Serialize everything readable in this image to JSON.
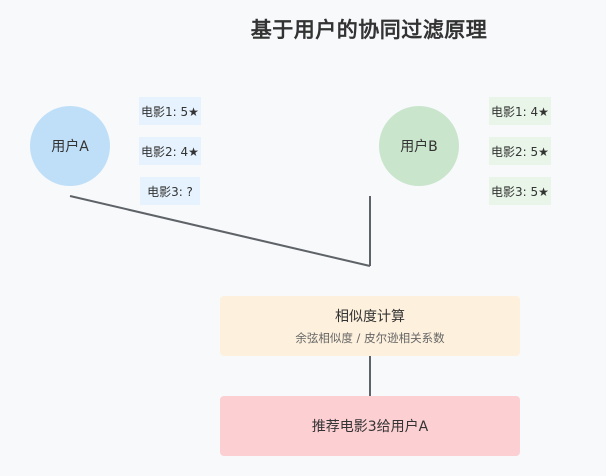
{
  "title": "基于用户的协同过滤原理",
  "user_a": {
    "label": "用户A",
    "color": "#bfdff8",
    "ratings": [
      "电影1: 5★",
      "电影2: 4★",
      "电影3: ?"
    ]
  },
  "user_b": {
    "label": "用户B",
    "color": "#c9e5cc",
    "ratings": [
      "电影1: 4★",
      "电影2: 5★",
      "电影3: 5★"
    ]
  },
  "similarity": {
    "title": "相似度计算",
    "subtitle": "余弦相似度 / 皮尔逊相关系数",
    "color": "#fdf0dd"
  },
  "recommendation": {
    "label": "推荐电影3给用户A",
    "color": "#fccfd3"
  }
}
